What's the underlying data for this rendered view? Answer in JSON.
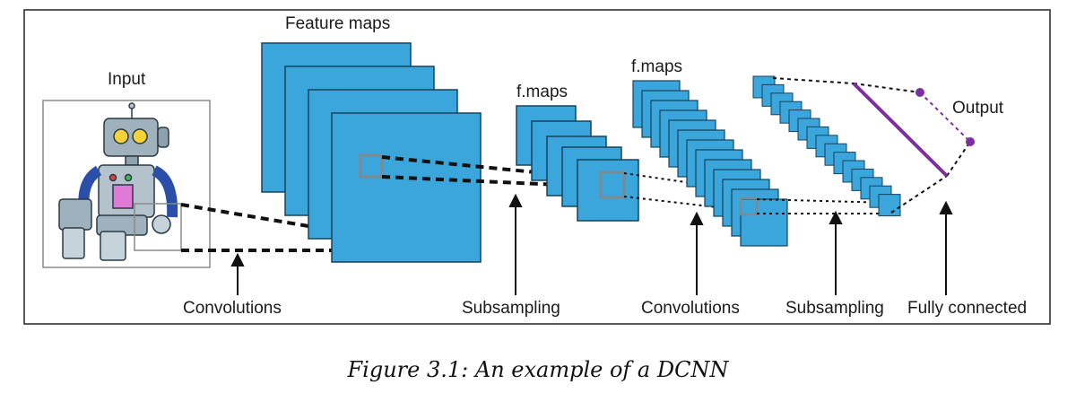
{
  "labels": {
    "input": "Input",
    "feature_maps": "Feature maps",
    "fmaps_1": "f.maps",
    "fmaps_2": "f.maps",
    "output": "Output",
    "convolutions_1": "Convolutions",
    "subsampling_1": "Subsampling",
    "convolutions_2": "Convolutions",
    "subsampling_2": "Subsampling",
    "fully_connected": "Fully connected"
  },
  "caption": "Figure 3.1: An example of a DCNN",
  "colors": {
    "map_fill": "#3aa6dc",
    "map_stroke": "#16435c",
    "fc_line": "#7b2fa0",
    "text": "#1a1a1a"
  },
  "icons": [
    "robot-image",
    "up-arrow-icon"
  ]
}
